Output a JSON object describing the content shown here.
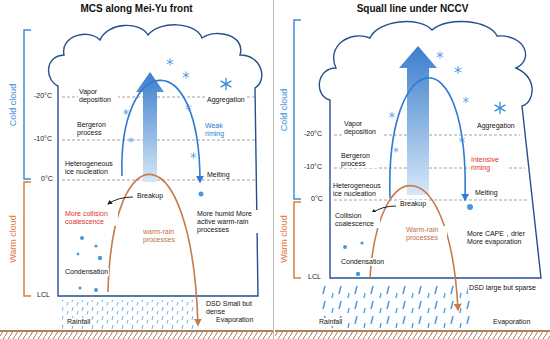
{
  "diagram": {
    "nodes": [
      {
        "text": [
          "MCS along Mei-Yu front"
        ]
      },
      {
        "text": [
          "Squall line under NCCV"
        ]
      }
    ],
    "labels": [
      "Cold cloud",
      "Warm cloud",
      "-20°C",
      "-10°C",
      "0°C",
      "LCL",
      "Vapor deposition",
      "Bergeron process",
      "Heterogeneous ice nucleation",
      "Aggregation",
      "Weak riming",
      "Melting",
      "Breakup",
      "More collision coalescence",
      "Condensation",
      "warm-rain processes",
      "More humid More active warm-rain processes",
      "DSD Small but dense",
      "Rainfall",
      "Evaporation",
      "Cold cloud",
      "Warm cloud",
      "-20°C",
      "-10°C",
      "0°C",
      "LCL",
      "Vapor deposition",
      "Bergeron process",
      "Heterogeneous ice nucleation",
      "Aggregation",
      "Intensive riming",
      "Melting",
      "Breakup",
      "Collision coalescence",
      "Condensation",
      "Warm-rain processes",
      "More CAPE，drier More evaporation",
      "DSD large but sparse",
      "Rainfall",
      "Evaporation"
    ]
  }
}
